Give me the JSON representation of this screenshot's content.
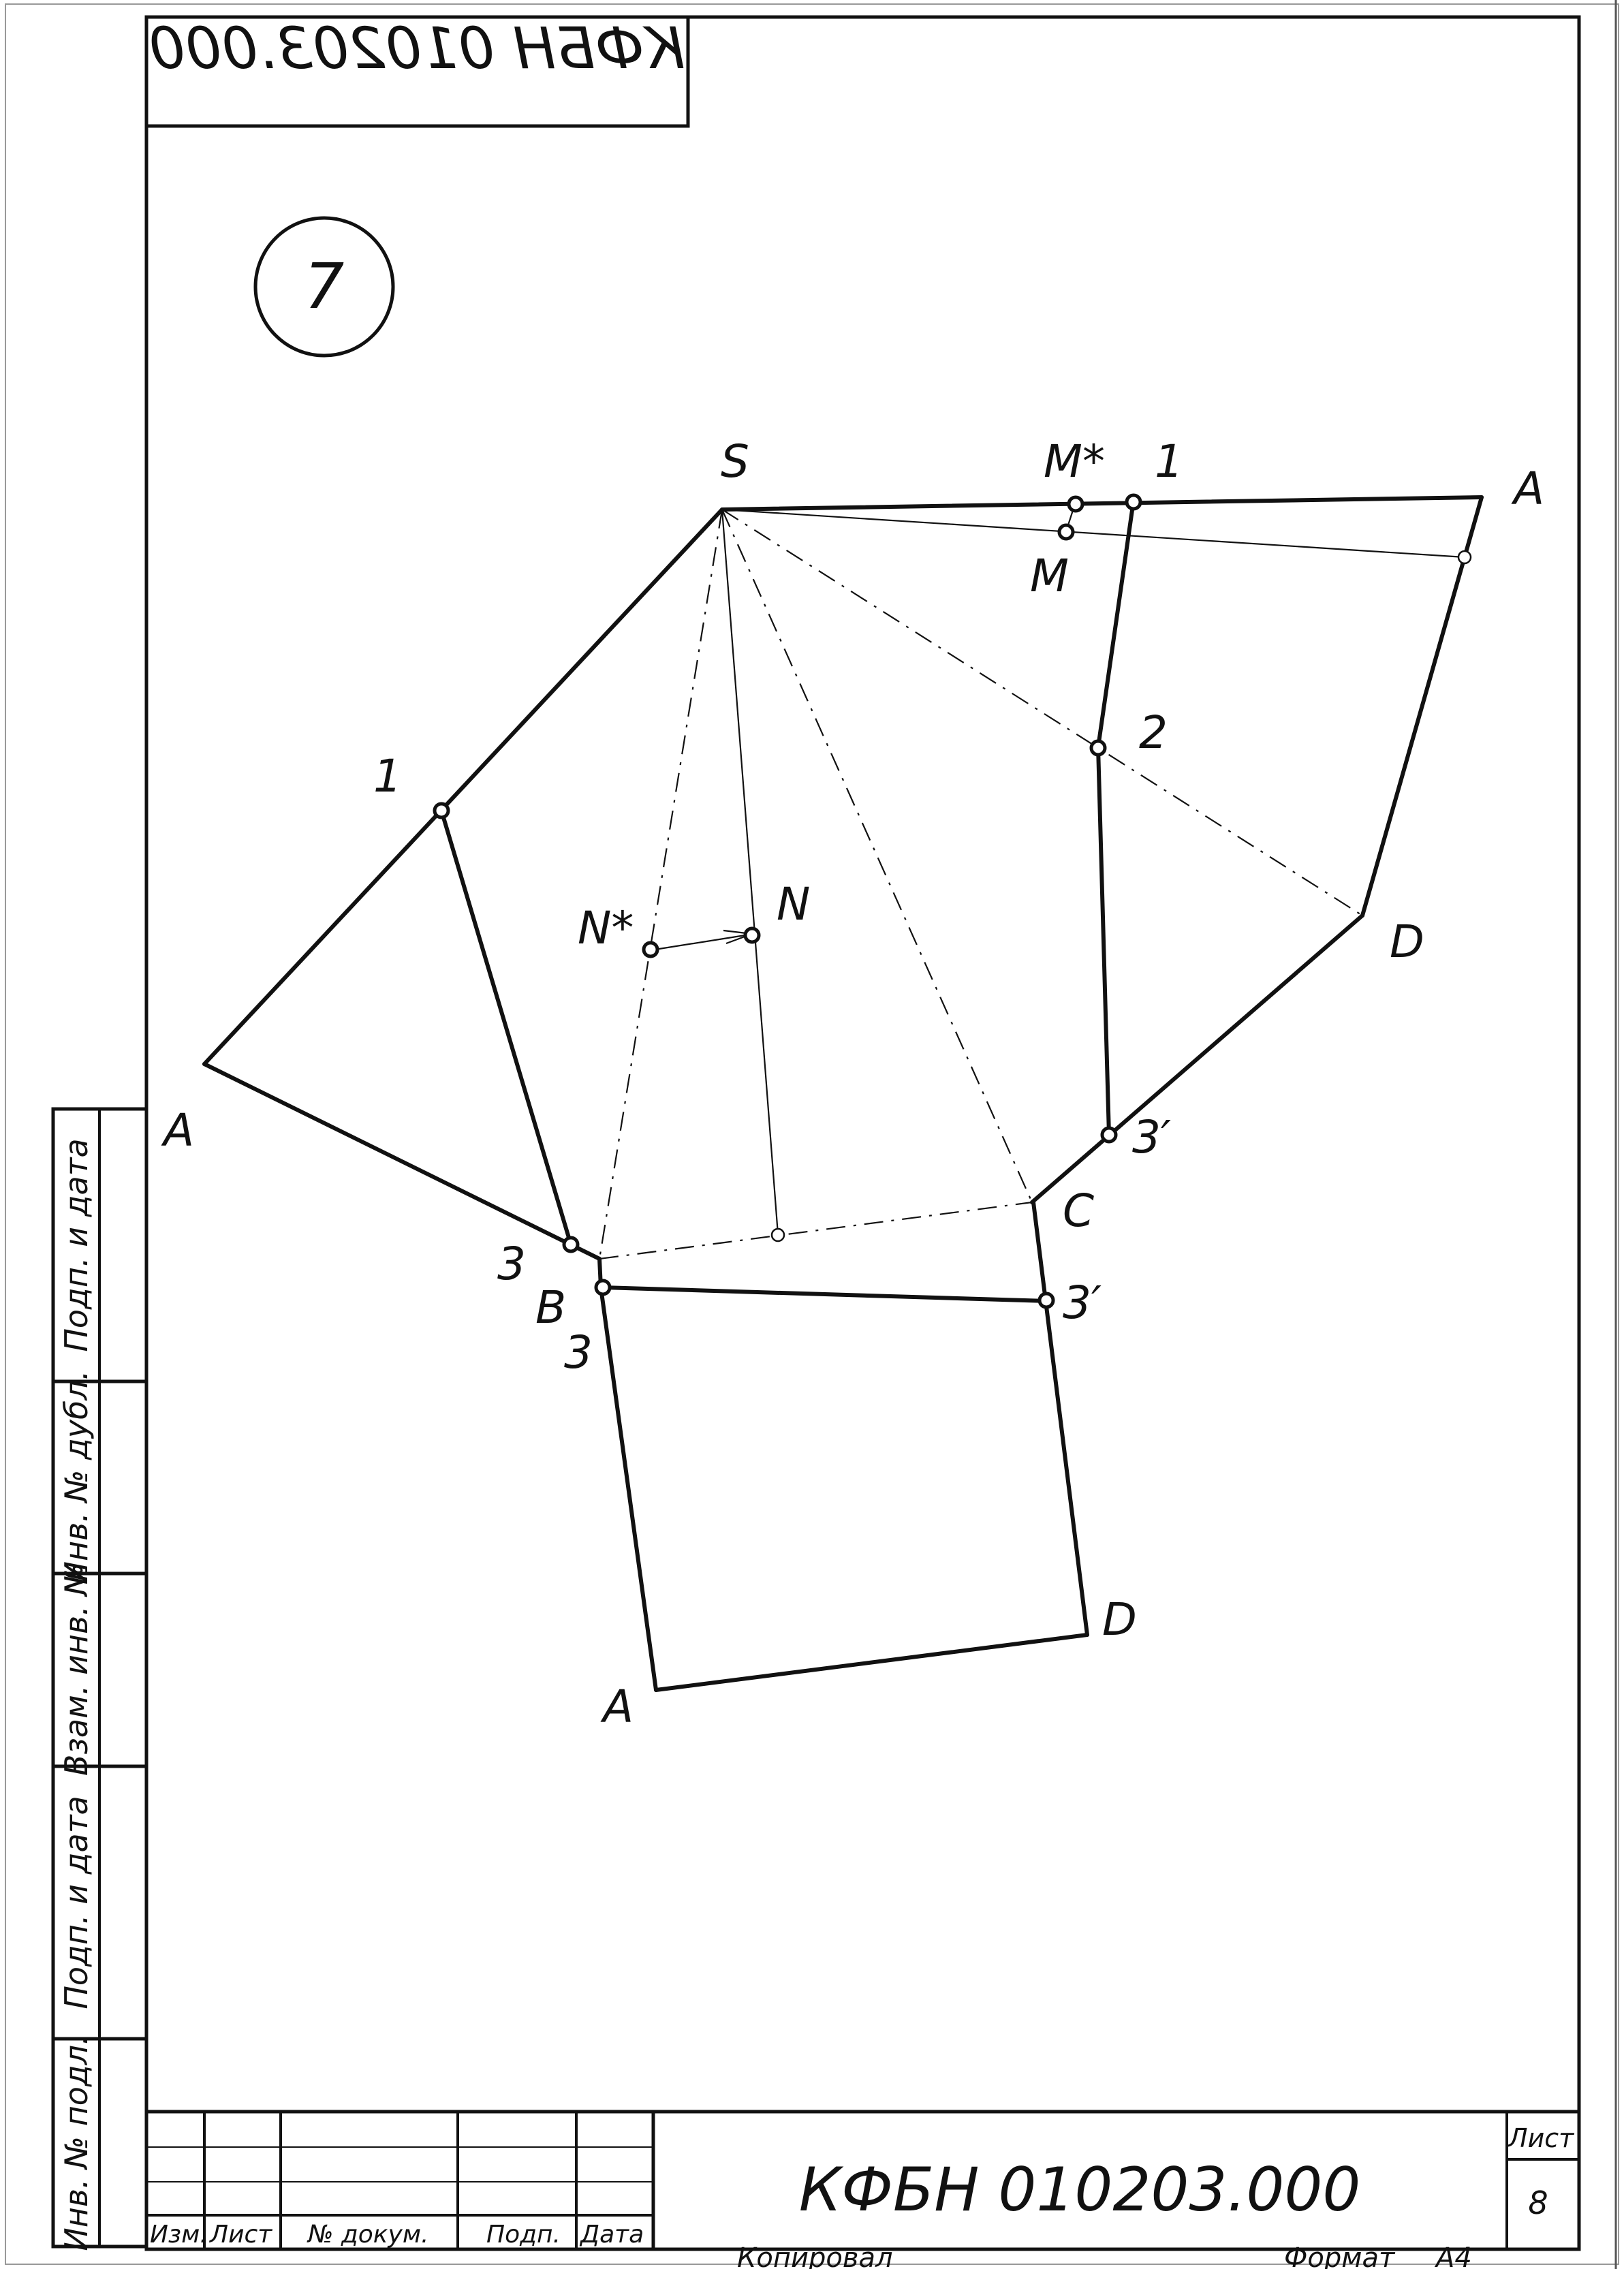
{
  "drawing": {
    "code_mirrored": "КФБН 010203.000",
    "figure_number": "7",
    "labels": {
      "S": "S",
      "M_star": "M*",
      "one_top": "1",
      "A_top_right": "A",
      "M": "M",
      "two": "2",
      "D_right": "D",
      "one_left": "1",
      "N_star": "N*",
      "N": "N",
      "A_left": "A",
      "three_prime_upper": "3′",
      "C": "C",
      "three_upper": "3",
      "B": "B",
      "three_lower": "3",
      "three_prime_lower": "3′",
      "D_bottom": "D",
      "A_bottom": "A"
    }
  },
  "side_stamp": {
    "cells": [
      "Подп. и дата",
      "Инв. № дубл.",
      "Взам. инв. №",
      "Подп. и дата",
      "Инв. № подл."
    ]
  },
  "title_block": {
    "document_code": "КФБН 010203.000",
    "columns": [
      "Изм.",
      "Лист",
      "№ докум.",
      "Подп.",
      "Дата"
    ],
    "sheet_label": "Лист",
    "sheet_number": "8",
    "copied_label": "Копировал",
    "format_label": "Формат",
    "format_value": "А4"
  }
}
